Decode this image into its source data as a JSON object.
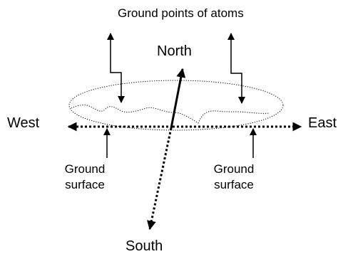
{
  "labels": {
    "top_caption": "Ground points of atoms",
    "north": "North",
    "south": "South",
    "west": "West",
    "east": "East",
    "ground_left_line1": "Ground",
    "ground_left_line2": "surface",
    "ground_right_line1": "Ground",
    "ground_right_line2": "surface"
  },
  "colors": {
    "ink": "#000000",
    "background": "#ffffff"
  }
}
